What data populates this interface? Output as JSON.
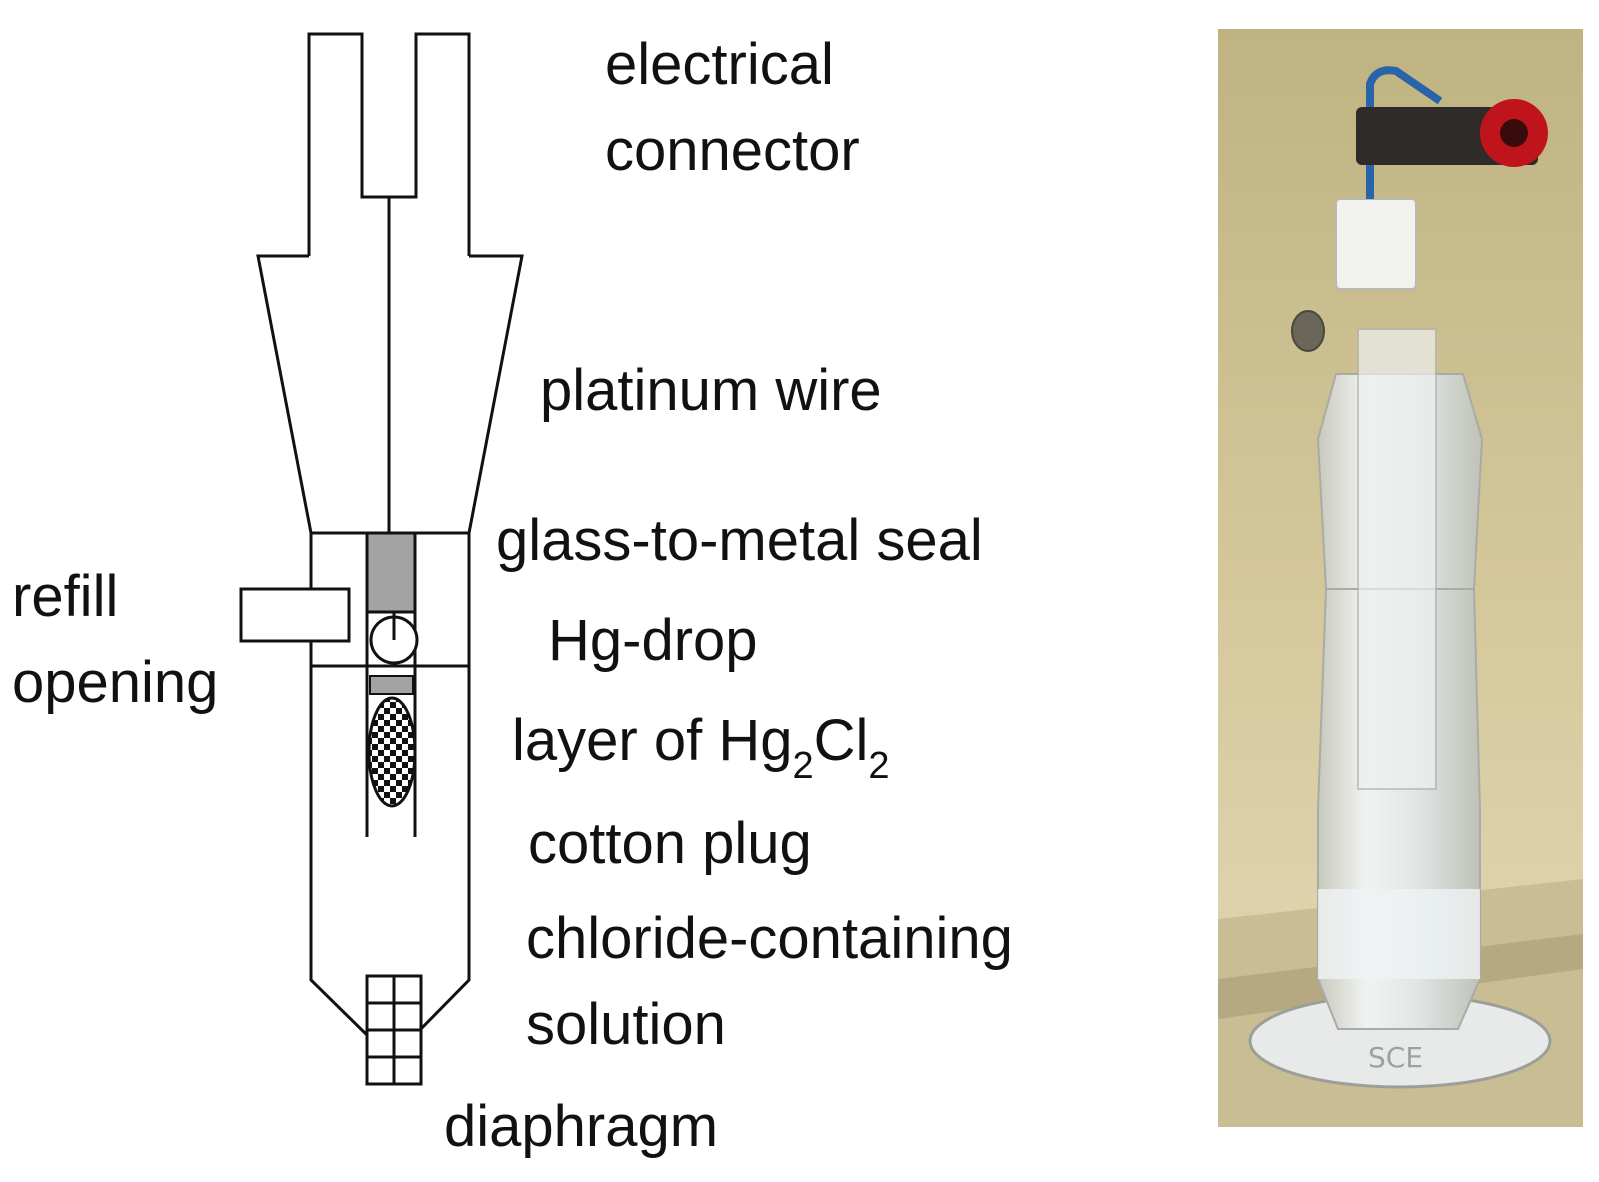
{
  "labels": {
    "electrical_line1": "electrical",
    "electrical_line2": "connector",
    "platinum_wire": "platinum wire",
    "seal": "glass-to-metal seal",
    "refill_line1": "refill",
    "refill_line2": "opening",
    "hg_drop": "Hg-drop",
    "layer_prefix": "layer of Hg",
    "layer_sub1": "2",
    "layer_mid": "Cl",
    "layer_sub2": "2",
    "cotton_plug": "cotton plug",
    "solution_line1": "chloride-containing",
    "solution_line2": "solution",
    "diaphragm": "diaphragm"
  },
  "photo": {
    "engraving": "SCE"
  },
  "colors": {
    "line": "#111111",
    "seal_fill": "#a3a3a3",
    "photo_bg": "#cdbf8f",
    "glass": "#e4e8ea",
    "clip_red": "#c0141c",
    "wire_blue": "#2a64a8"
  }
}
